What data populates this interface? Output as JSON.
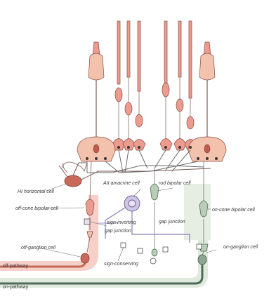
{
  "labels": {
    "hi_horizontal_cell": "HI horizontal cell",
    "aii_amacrine_cell": "AII amacrine cell",
    "rod_bipolar_cell": "rod bipolar cell",
    "off_cone_bipolar_cell": "off-cone bipolar cell",
    "sign_inverting": "sign-inverting",
    "gap_junction_left": "gap junction",
    "gap_junction_right": "gap junction",
    "on_cone_bipolar_cell": "on-cone bipolar cell",
    "off_ganglion_cell": "off-ganglion cell",
    "on_ganglion_cell": "on-ganglion cell",
    "sign_conserving": "sign-conserving",
    "off_pathway": "off-pathway",
    "on_pathway": "on-pathway"
  },
  "colors": {
    "off_pathway_band": "#f6cfc9",
    "on_pathway_band": "#dfe9dc",
    "cone_fill": "#f2c2ad",
    "rod_fill": "#eb9c8e",
    "rod_bipolar_fill": "#b9cdb6",
    "amacrine_fill": "#cfc6e6",
    "neurite": "#6c6a6a",
    "horizontal_fill": "#c86a5a"
  }
}
